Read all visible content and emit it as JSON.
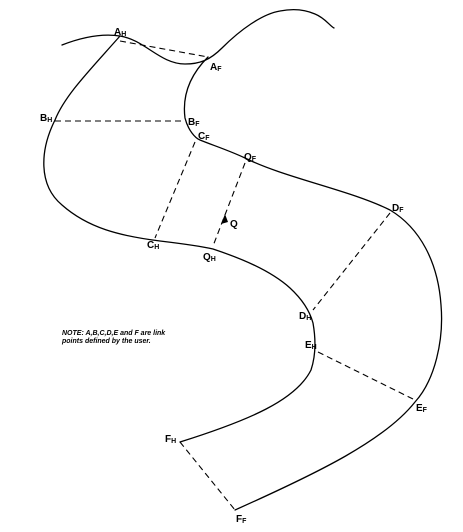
{
  "note": {
    "line1": "NOTE: A,B,C,D,E and F are link",
    "line2": "points defined by the user."
  },
  "labels": {
    "A_H": {
      "main": "A",
      "sub": "H"
    },
    "A_F": {
      "main": "A",
      "sub": "F"
    },
    "B_H": {
      "main": "B",
      "sub": "H"
    },
    "B_F": {
      "main": "B",
      "sub": "F"
    },
    "C_F": {
      "main": "C",
      "sub": "F"
    },
    "Q_F": {
      "main": "Q",
      "sub": "F"
    },
    "D_F": {
      "main": "D",
      "sub": "F"
    },
    "Q": {
      "main": "Q"
    },
    "C_H": {
      "main": "C",
      "sub": "H"
    },
    "Q_H": {
      "main": "Q",
      "sub": "H"
    },
    "D_H": {
      "main": "D",
      "sub": "H"
    },
    "E_H": {
      "main": "E",
      "sub": "H"
    },
    "E_F": {
      "main": "E",
      "sub": "F"
    },
    "F_H": {
      "main": "F",
      "sub": "H"
    },
    "F_F": {
      "main": "F",
      "sub": "F"
    }
  }
}
